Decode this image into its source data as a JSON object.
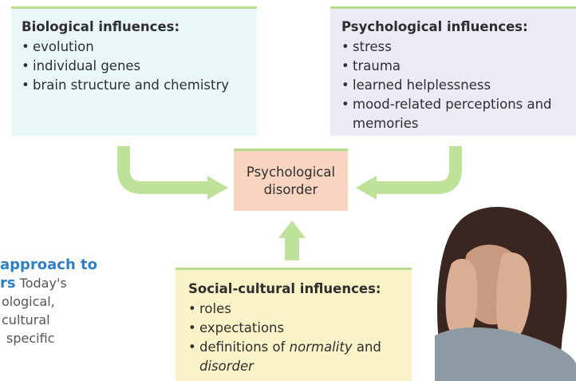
{
  "biological": {
    "title": "Biological influences:",
    "items": [
      "evolution",
      "individual genes",
      "brain structure and chemistry"
    ]
  },
  "psychological": {
    "title": "Psychological influences:",
    "items": [
      "stress",
      "trauma",
      "learned helplessness",
      "mood-related perceptions and memories"
    ]
  },
  "center": {
    "line1": "Psychological",
    "line2": "disorder"
  },
  "social": {
    "title": "Social-cultural influences:",
    "item1": "roles",
    "item2": "expectations",
    "item3_prefix": "definitions of ",
    "item3_em1": "normality",
    "item3_mid": " and ",
    "item3_em2": "disorder"
  },
  "caption": {
    "line1_head": "approach to",
    "line2_head": "rs",
    "line2_rest": " Today's",
    "line3": "ological,",
    "line4": "cultural",
    "line5": "specific"
  },
  "colors": {
    "arrow": "#bfe29a",
    "bio_bg": "#eaf7f8",
    "psych_bg": "#ebeaf6",
    "center_bg": "#f9d5c1",
    "social_bg": "#fbf3c8",
    "caption_heading": "#2f7fc2"
  }
}
